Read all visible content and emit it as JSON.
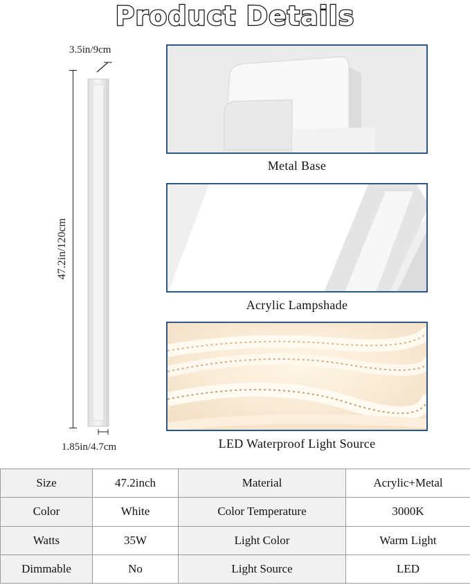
{
  "title": "Product Details",
  "dimensions": {
    "depth": "3.5in/9cm",
    "height": "47.2in/120cm",
    "thickness": "1.85in/4.7cm"
  },
  "details": [
    {
      "caption": "Metal Base",
      "icon": "metal-base-photo"
    },
    {
      "caption": "Acrylic Lampshade",
      "icon": "acrylic-lampshade-photo"
    },
    {
      "caption": "LED Waterproof Light Source",
      "icon": "led-strip-photo"
    }
  ],
  "colors": {
    "panel_border": "#2d5687",
    "header_cell": "#f1f1f1"
  },
  "specs": [
    [
      {
        "label": "Size",
        "value": "47.2inch"
      },
      {
        "label": "Material",
        "value": "Acrylic+Metal"
      }
    ],
    [
      {
        "label": "Color",
        "value": "White"
      },
      {
        "label": "Color Temperature",
        "value": "3000K"
      }
    ],
    [
      {
        "label": "Watts",
        "value": "35W"
      },
      {
        "label": "Light Color",
        "value": "Warm Light"
      }
    ],
    [
      {
        "label": "Dimmable",
        "value": "No"
      },
      {
        "label": "Light Source",
        "value": "LED"
      }
    ]
  ]
}
